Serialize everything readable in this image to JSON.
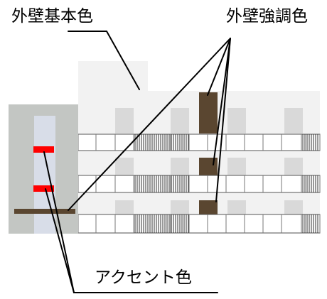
{
  "labels": {
    "base_color": "外壁基本色",
    "accent_wall_color": "外壁強調色",
    "accent_color": "アクセント色"
  },
  "colors": {
    "wall_base": "#f2f2f2",
    "wall_accent": "#5a4630",
    "accent": "#ff0000",
    "side_panel": "#c3c6c3",
    "stair_tower": "#d8dde8",
    "leader": "#000000"
  }
}
